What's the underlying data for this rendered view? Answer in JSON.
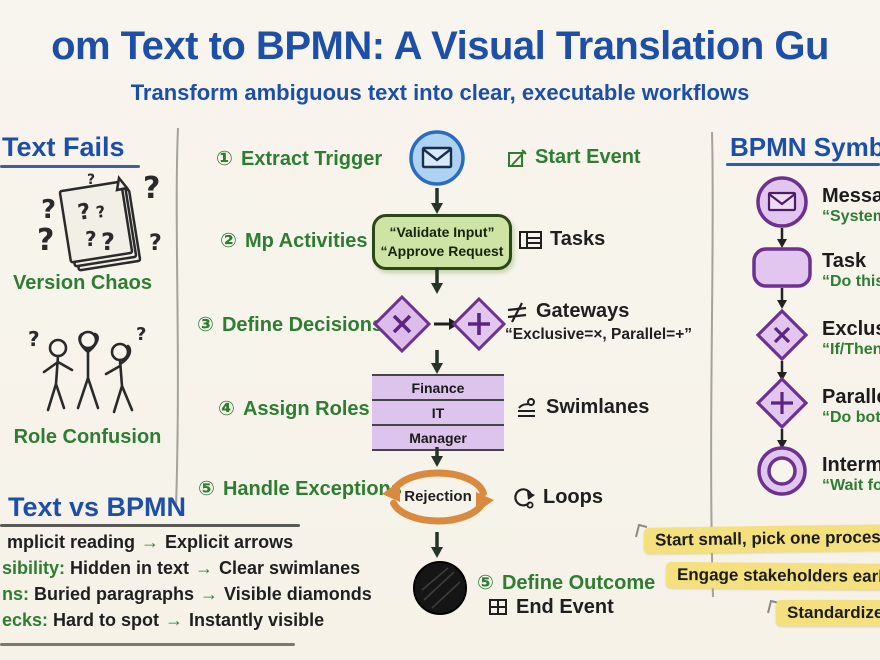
{
  "colors": {
    "heading_blue": "#1d4fa8",
    "label_green": "#2e7d32",
    "ink": "#1f1f1f",
    "purple_fill": "#ddbcec",
    "purple_stroke": "#6d3190",
    "start_blue_fill": "#aed2f2",
    "start_blue_stroke": "#2a6cc0",
    "task_green_fill": "#cde4a4",
    "loop_orange": "#d98a3f",
    "note_yellow": "#f4e07c"
  },
  "icons": {
    "message": "envelope",
    "start_event": "pencil-square",
    "tasks": "table-grid",
    "gateways": "not-equal-slash",
    "swimlanes": "swimmer-over-lines",
    "loops": "loop-arrow",
    "end_event": "window-grid"
  },
  "header": {
    "title": "om Text to BPMN: A Visual Translation Gu",
    "subtitle": "Transform ambiguous text into clear, executable workflows"
  },
  "left_panel": {
    "fails_heading": "Text Fails",
    "version_caption": "Version Chaos",
    "role_caption": "Role Confusion",
    "versus_heading": "Text vs BPMN",
    "versus_rows": [
      {
        "lead": "",
        "left": "mplicit reading",
        "arrow": "→",
        "right": "Explicit arrows"
      },
      {
        "lead": "sibility:",
        "left": "Hidden in text",
        "arrow": "→",
        "right": "Clear swimlanes"
      },
      {
        "lead": "ns:",
        "left": "Buried paragraphs",
        "arrow": "→",
        "right": "Visible diamonds"
      },
      {
        "lead": "ecks:",
        "left": "Hard to spot",
        "arrow": "→",
        "right": "Instantly visible"
      }
    ]
  },
  "flow": {
    "steps": [
      {
        "num": "①",
        "label": "Extract Trigger",
        "right_label": "Start Event"
      },
      {
        "num": "②",
        "label": "Mp Activities",
        "right_label": "Tasks"
      },
      {
        "num": "③",
        "label": "Define Decisions",
        "right_label": "Gateways",
        "right_sub": "“Exclusive=×, Parallel=+”"
      },
      {
        "num": "④",
        "label": "Assign Roles",
        "right_label": "Swimlanes"
      },
      {
        "num": "⑤",
        "label": "Handle Exceptions",
        "right_label": "Loops"
      },
      {
        "num": "⑤",
        "label": "Define Outcome",
        "right_label": "End Event"
      }
    ],
    "task_box_lines": [
      "“Validate Input”",
      "“Approve Request"
    ],
    "swimlanes": [
      "Finance",
      "IT",
      "Manager"
    ],
    "loop_label": "Rejection"
  },
  "legend": {
    "heading": "BPMN Symbol",
    "items": [
      {
        "name": "Message",
        "desc": "“System...”"
      },
      {
        "name": "Task",
        "desc": "“Do this...”"
      },
      {
        "name": "Exclusive",
        "desc": "“If/Then...”"
      },
      {
        "name": "Parallel",
        "desc": "“Do both...”"
      },
      {
        "name": "Intermediate",
        "desc": "“Wait for...”"
      }
    ]
  },
  "notes": [
    {
      "text": "Start small, pick one process"
    },
    {
      "text": "Engage stakeholders early"
    },
    {
      "text": "Standardize"
    }
  ]
}
